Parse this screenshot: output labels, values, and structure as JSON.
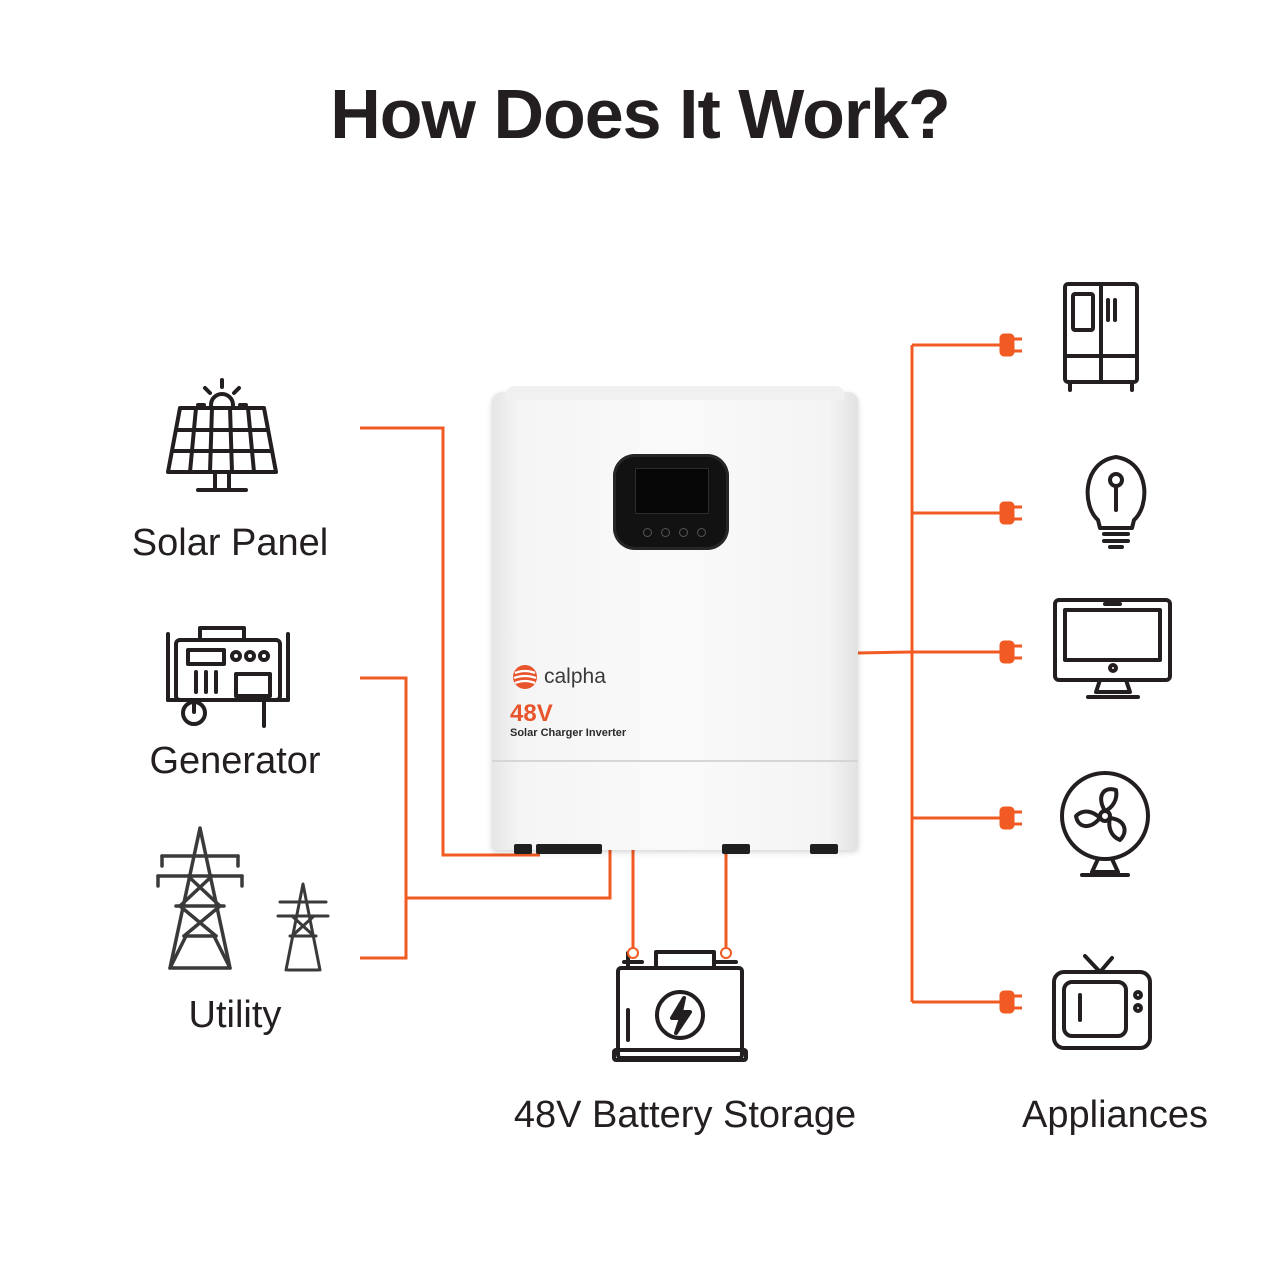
{
  "title": "How Does It Work?",
  "sources": {
    "solar_label": "Solar Panel",
    "generator_label": "Generator",
    "utility_label": "Utility"
  },
  "battery_label": "48V Battery Storage",
  "appliances_label": "Appliances",
  "inverter": {
    "brand": "calpha",
    "voltage": "48V",
    "model": "Solar Charger Inverter"
  },
  "appliance_icons": [
    "refrigerator-icon",
    "light-bulb-icon",
    "monitor-icon",
    "fan-icon",
    "television-icon"
  ],
  "colors": {
    "wire": "#f15a22",
    "icon": "#231f20",
    "accent": "#e8552c",
    "text": "#231f20"
  }
}
